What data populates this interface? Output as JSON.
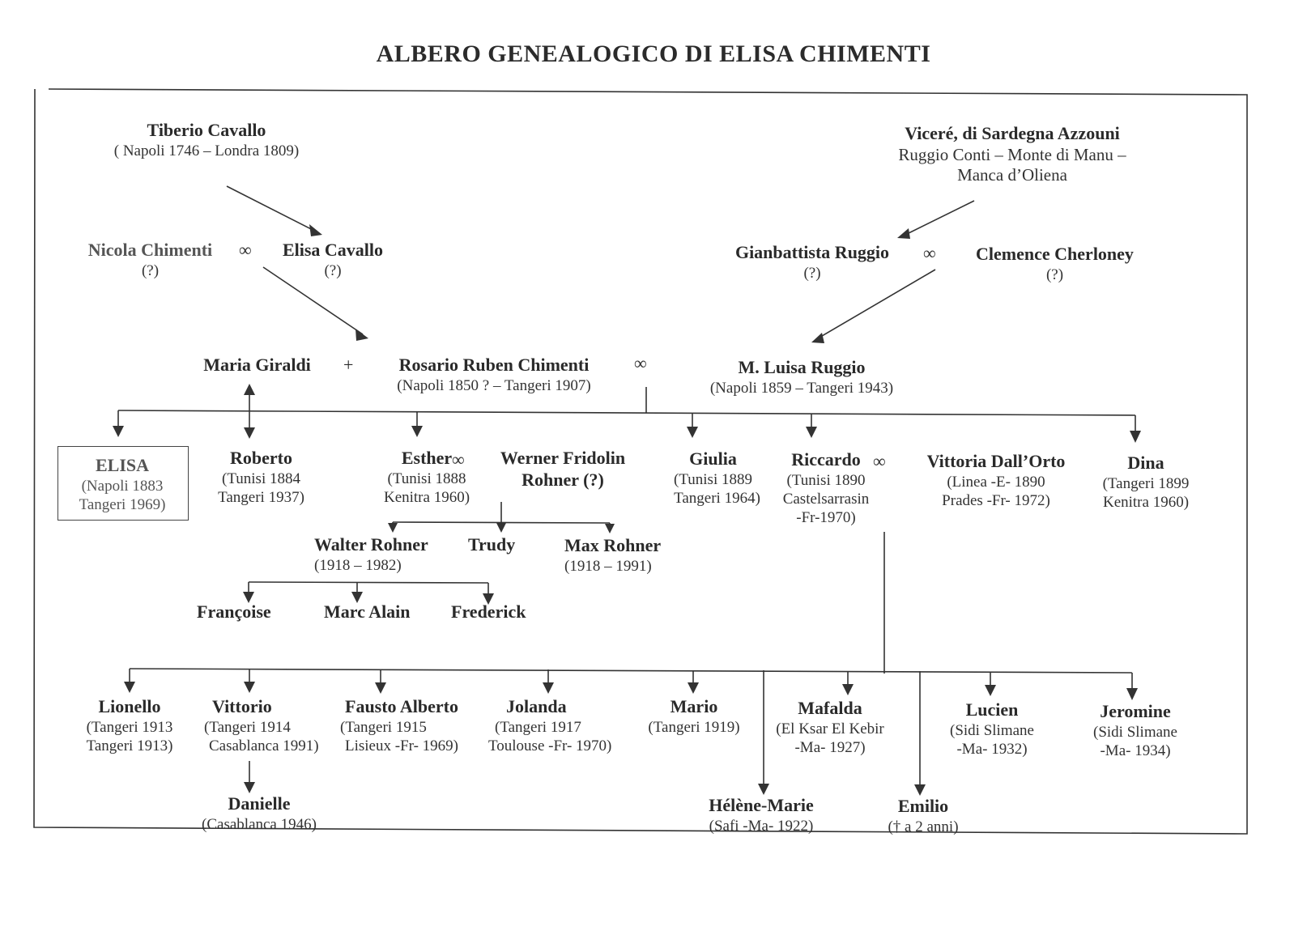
{
  "title": "ALBERO GENEALOGICO DI ELISA CHIMENTI",
  "marriage_symbol": "∞",
  "plus_symbol": "+",
  "generation_0": {
    "tiberio": {
      "name": "Tiberio Cavallo",
      "dates": "( Napoli 1746 – Londra 1809)"
    },
    "vicere": {
      "name": "Viceré, di Sardegna Azzouni",
      "line2": "Ruggio  Conti – Monte di Manu –",
      "line3": "Manca d’Oliena"
    }
  },
  "generation_1": {
    "nicola": {
      "name": "Nicola Chimenti",
      "dates": "(?)"
    },
    "elisa_cavallo": {
      "name": "Elisa Cavallo",
      "dates": "(?)"
    },
    "gianbattista": {
      "name": "Gianbattista Ruggio",
      "dates": "(?)"
    },
    "clemence": {
      "name": "Clemence Cherloney",
      "dates": "(?)"
    }
  },
  "generation_2": {
    "maria": {
      "name": "Maria Giraldi"
    },
    "rosario": {
      "name": "Rosario Ruben Chimenti",
      "dates": "(Napoli 1850 ? – Tangeri 1907)"
    },
    "luisa": {
      "name": "M. Luisa Ruggio",
      "dates": "(Napoli 1859 –  Tangeri 1943)"
    }
  },
  "generation_3": [
    {
      "name": "ELISA",
      "line1": "(Napoli 1883",
      "line2": "Tangeri 1969)",
      "highlight": true
    },
    {
      "name": "Roberto",
      "line1": "(Tunisi 1884",
      "line2": "Tangeri 1937)"
    },
    {
      "name": "Esther",
      "line1": "(Tunisi 1888",
      "line2": "Kenitra 1960)"
    },
    {
      "name": "Werner Fridolin",
      "line1": "Rohner (?)"
    },
    {
      "name": "Giulia",
      "line1": "(Tunisi 1889",
      "line2": "Tangeri 1964)"
    },
    {
      "name": "Riccardo",
      "line1": "(Tunisi 1890",
      "line2": "Castelsarrasin",
      "line3": "-Fr-1970)"
    },
    {
      "name": "Vittoria  Dall’Orto",
      "line1": "(Linea -E- 1890",
      "line2": "Prades -Fr- 1972)"
    },
    {
      "name": "Dina",
      "line1": "(Tangeri 1899",
      "line2": "Kenitra 1960)"
    }
  ],
  "rohner_children": [
    {
      "name": "Walter Rohner",
      "dates": "(1918 – 1982)"
    },
    {
      "name": "Trudy"
    },
    {
      "name": "Max Rohner",
      "dates": "(1918 – 1991)"
    }
  ],
  "walter_children": [
    {
      "name": "Françoise"
    },
    {
      "name": "Marc Alain"
    },
    {
      "name": "Frederick"
    }
  ],
  "riccardo_children": [
    {
      "name": "Lionello",
      "line1": "(Tangeri 1913",
      "line2": "Tangeri 1913)"
    },
    {
      "name": "Vittorio",
      "line1": "(Tangeri 1914",
      "line2": "Casablanca 1991)"
    },
    {
      "name": "Fausto Alberto",
      "line1": "(Tangeri 1915",
      "line2": "Lisieux -Fr- 1969)"
    },
    {
      "name": "Jolanda",
      "line1": "(Tangeri 1917",
      "line2": "Toulouse -Fr- 1970)"
    },
    {
      "name": "Mario",
      "line1": "(Tangeri 1919)"
    },
    {
      "name": "Mafalda",
      "line1": "(El Ksar El Kebir",
      "line2": "-Ma-   1927)"
    },
    {
      "name": "Lucien",
      "line1": "(Sidi Slimane",
      "line2": "-Ma-   1932)"
    },
    {
      "name": "Jeromine",
      "line1": "(Sidi Slimane",
      "line2": "-Ma-  1934)"
    },
    {
      "name": "Hélène-Marie",
      "line1": "(Safi -Ma- 1922)"
    },
    {
      "name": "Emilio",
      "line1": "(† a 2 anni)"
    }
  ],
  "vittorio_children": [
    {
      "name": "Danielle",
      "line1": "(Casablanca 1946)"
    }
  ]
}
